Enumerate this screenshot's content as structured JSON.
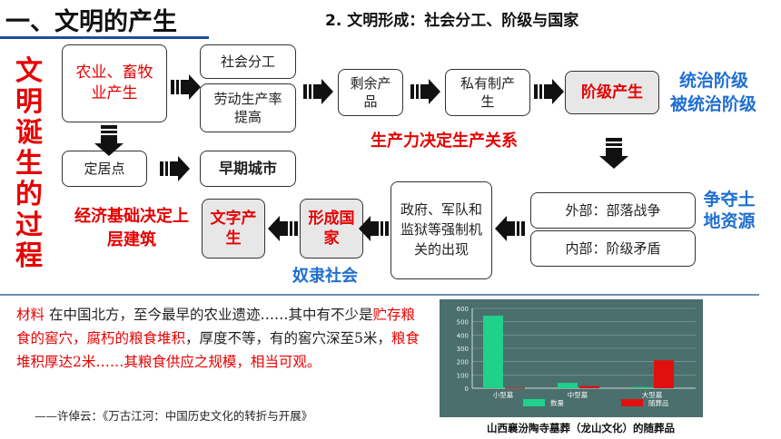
{
  "heading": {
    "main": "一、文明的产生",
    "sub": "2. 文明形成：社会分工、阶级与国家"
  },
  "vertical_title": [
    "文",
    "明",
    "诞",
    "生",
    "的",
    "过",
    "程"
  ],
  "boxes": {
    "agri": "农业、畜牧业产生",
    "division": "社会分工",
    "productivity": "劳动生产率提高",
    "surplus": "剩余产品",
    "private": "私有制产生",
    "class": "阶级产生",
    "settle": "定居点",
    "city": "早期城市",
    "external": "外部：部落战争",
    "internal": "内部：阶级矛盾",
    "machine": "政府、军队和监狱等强制机关的出现",
    "state": "形成国家",
    "writing": "文字产生"
  },
  "labels": {
    "ruling": "统治阶级",
    "ruled": "被统治阶级",
    "productive_forces": "生产力决定生产关系",
    "land": "争夺土地资源",
    "base": "经济基础决定上层建筑",
    "slave": "奴隶社会"
  },
  "material": {
    "tag": "材料",
    "segments": [
      {
        "t": " 在中国北方，至今最早的农业遗迹……其中有不少是",
        "red": false
      },
      {
        "t": "贮存粮食的窖穴，腐朽的粮食堆积",
        "red": true
      },
      {
        "t": "，厚度不等，有的窖穴深至5米，",
        "red": false
      },
      {
        "t": "粮食堆积厚达2米……其粮食供应之规模，相当可观。",
        "red": true
      }
    ],
    "source": "——许倬云：《万古江河：中国历史文化的转折与开展》"
  },
  "colors": {
    "red": "#e60000",
    "blue": "#1f6fd1",
    "chart_bg": "#4a6f6c",
    "green": "#1fd18a",
    "bar_red": "#e01010"
  },
  "chart_data": {
    "type": "bar",
    "categories": [
      "小型墓",
      "中型墓",
      "大型墓"
    ],
    "series": [
      {
        "name": "数量",
        "values": [
          545,
          40,
          9
        ]
      },
      {
        "name": "随葬品",
        "values": [
          3,
          16,
          210
        ]
      }
    ],
    "ylim": [
      0,
      600
    ],
    "yticks": [
      "0",
      "100",
      "200",
      "300",
      "400",
      "500",
      "600"
    ],
    "caption": "山西襄汾陶寺墓葬（龙山文化）的随葬品"
  }
}
